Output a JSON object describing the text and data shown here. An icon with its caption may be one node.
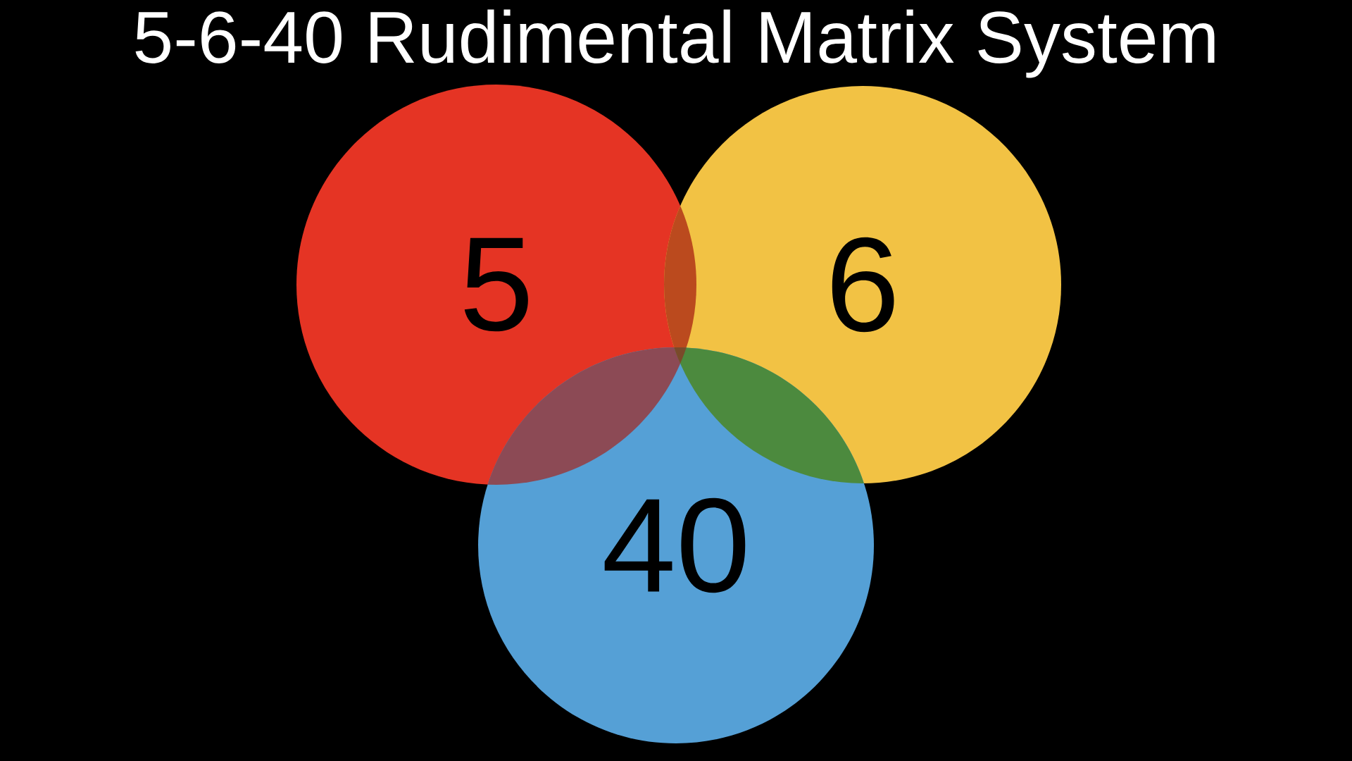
{
  "diagram": {
    "title": "5-6-40 Rudimental Matrix System",
    "nodes": [
      {
        "text": [
          "5"
        ]
      },
      {
        "text": [
          "6"
        ]
      },
      {
        "text": [
          "40"
        ]
      }
    ],
    "edges": []
  }
}
